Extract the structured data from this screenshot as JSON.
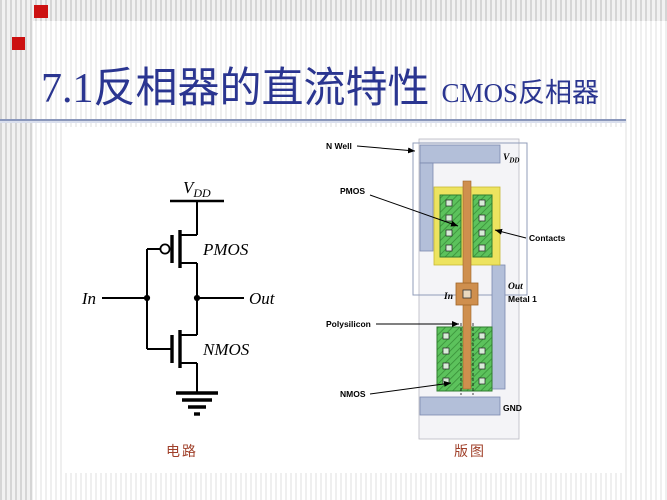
{
  "slide": {
    "title": "7.1反相器的直流特性",
    "subtitle": "CMOS反相器",
    "caption_circuit": "电路",
    "caption_layout": "版图"
  },
  "circuit": {
    "vdd_main": "V",
    "vdd_sub": "DD",
    "pmos_label": "PMOS",
    "nmos_label": "NMOS",
    "input_label": "In",
    "output_label": "Out"
  },
  "layout_diagram": {
    "n_well": "N Well",
    "vdd_main": "V",
    "vdd_sub": "DD",
    "pmos": "PMOS",
    "contacts": "Contacts",
    "input": "In",
    "out": "Out",
    "metal1": "Metal 1",
    "polysilicon": "Polysilicon",
    "nmos": "NMOS",
    "gnd": "GND"
  },
  "colors": {
    "title": "#2a3590",
    "caption": "#a0402a",
    "red_square": "#cc1111",
    "divider": "#8a97bb",
    "metal": "#b3bfd9",
    "poly": "#cf8f4e",
    "active": "#5cc25c",
    "pselect": "#ede35f"
  }
}
